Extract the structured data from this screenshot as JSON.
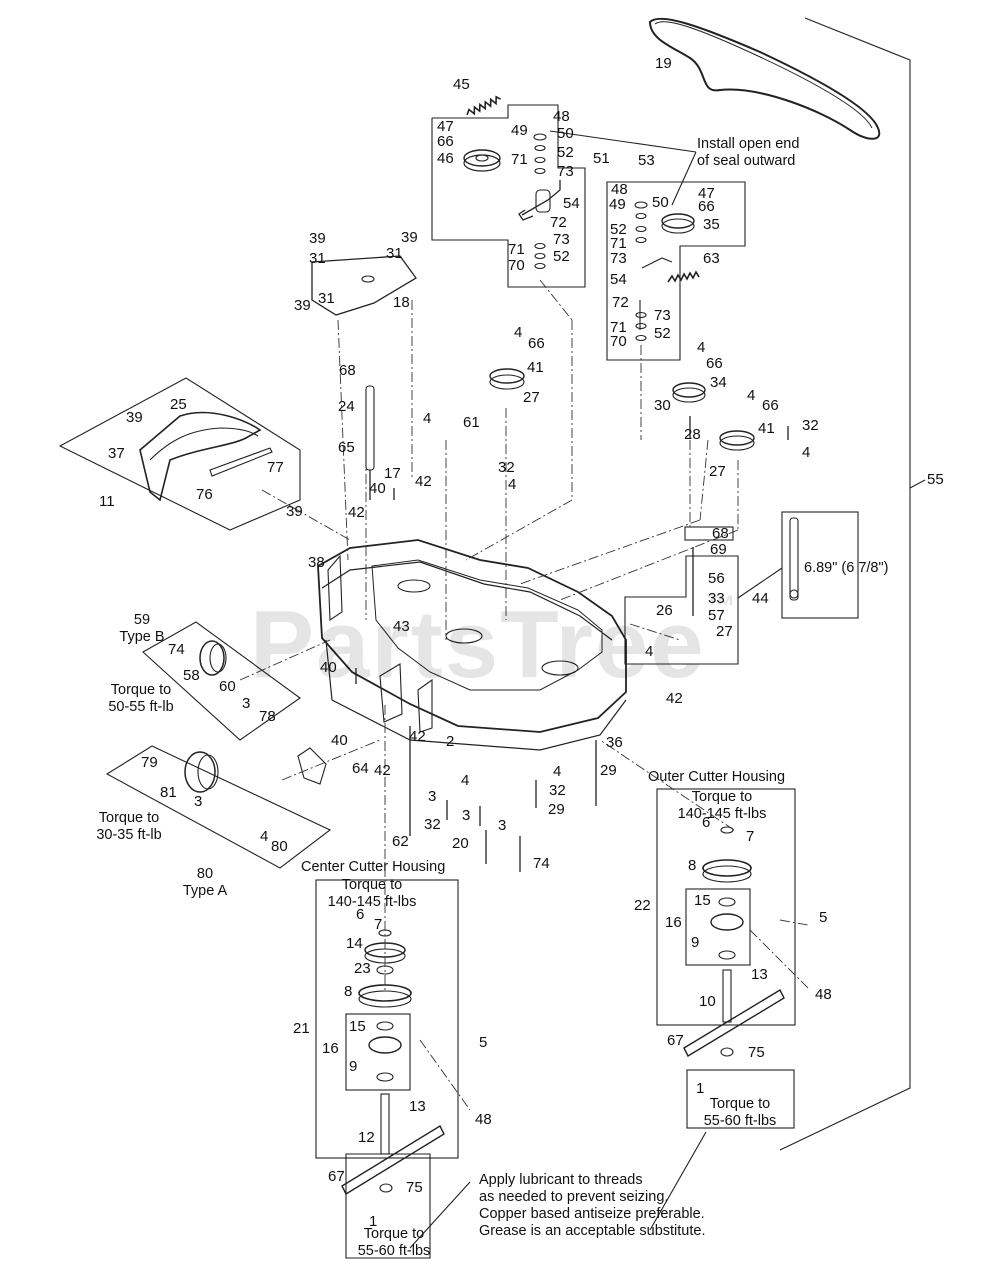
{
  "watermark": {
    "text": "PartsTree",
    "mark": "™"
  },
  "callouts": [
    {
      "id": "c19",
      "text": "19"
    },
    {
      "id": "c45",
      "text": "45"
    },
    {
      "id": "c48a",
      "text": "48"
    },
    {
      "id": "c47a",
      "text": "47"
    },
    {
      "id": "c49a",
      "text": "49"
    },
    {
      "id": "c50a",
      "text": "50"
    },
    {
      "id": "c66a",
      "text": "66"
    },
    {
      "id": "c52a",
      "text": "52"
    },
    {
      "id": "c46",
      "text": "46"
    },
    {
      "id": "c71a",
      "text": "71"
    },
    {
      "id": "c73a",
      "text": "73"
    },
    {
      "id": "c51",
      "text": "51"
    },
    {
      "id": "c53",
      "text": "53"
    },
    {
      "id": "c54a",
      "text": "54"
    },
    {
      "id": "c72a",
      "text": "72"
    },
    {
      "id": "c73b",
      "text": "73"
    },
    {
      "id": "c71b",
      "text": "71"
    },
    {
      "id": "c52b",
      "text": "52"
    },
    {
      "id": "c70a",
      "text": "70"
    },
    {
      "id": "c48b",
      "text": "48"
    },
    {
      "id": "c49b",
      "text": "49"
    },
    {
      "id": "c50b",
      "text": "50"
    },
    {
      "id": "c47b",
      "text": "47"
    },
    {
      "id": "c66b",
      "text": "66"
    },
    {
      "id": "c35",
      "text": "35"
    },
    {
      "id": "c52c",
      "text": "52"
    },
    {
      "id": "c71c",
      "text": "71"
    },
    {
      "id": "c73c",
      "text": "73"
    },
    {
      "id": "c63",
      "text": "63"
    },
    {
      "id": "c54b",
      "text": "54"
    },
    {
      "id": "c72b",
      "text": "72"
    },
    {
      "id": "c73d",
      "text": "73"
    },
    {
      "id": "c71d",
      "text": "71"
    },
    {
      "id": "c52d",
      "text": "52"
    },
    {
      "id": "c70b",
      "text": "70"
    },
    {
      "id": "c39a",
      "text": "39"
    },
    {
      "id": "c39b",
      "text": "39"
    },
    {
      "id": "c31a",
      "text": "31"
    },
    {
      "id": "c31b",
      "text": "31"
    },
    {
      "id": "c39c",
      "text": "39"
    },
    {
      "id": "c31c",
      "text": "31"
    },
    {
      "id": "c18",
      "text": "18"
    },
    {
      "id": "c4a",
      "text": "4"
    },
    {
      "id": "c66c",
      "text": "66"
    },
    {
      "id": "c41a",
      "text": "41"
    },
    {
      "id": "c27a",
      "text": "27"
    },
    {
      "id": "c4b",
      "text": "4"
    },
    {
      "id": "c66d",
      "text": "66"
    },
    {
      "id": "c34",
      "text": "34"
    },
    {
      "id": "c30",
      "text": "30"
    },
    {
      "id": "c4c",
      "text": "4"
    },
    {
      "id": "c66e",
      "text": "66"
    },
    {
      "id": "c28",
      "text": "28"
    },
    {
      "id": "c32a",
      "text": "32"
    },
    {
      "id": "c41b",
      "text": "41"
    },
    {
      "id": "c4d",
      "text": "4"
    },
    {
      "id": "c27b",
      "text": "27"
    },
    {
      "id": "c68a",
      "text": "68"
    },
    {
      "id": "c24",
      "text": "24"
    },
    {
      "id": "c65",
      "text": "65"
    },
    {
      "id": "c4e",
      "text": "4"
    },
    {
      "id": "c61",
      "text": "61"
    },
    {
      "id": "c32b",
      "text": "32"
    },
    {
      "id": "c4f",
      "text": "4"
    },
    {
      "id": "c39d",
      "text": "39"
    },
    {
      "id": "c25",
      "text": "25"
    },
    {
      "id": "c37",
      "text": "37"
    },
    {
      "id": "c77",
      "text": "77"
    },
    {
      "id": "c76",
      "text": "76"
    },
    {
      "id": "c11",
      "text": "11"
    },
    {
      "id": "c39e",
      "text": "39"
    },
    {
      "id": "c17",
      "text": "17"
    },
    {
      "id": "c42a",
      "text": "42"
    },
    {
      "id": "c40a",
      "text": "40"
    },
    {
      "id": "c42b",
      "text": "42"
    },
    {
      "id": "c55",
      "text": "55"
    },
    {
      "id": "c38",
      "text": "38"
    },
    {
      "id": "c68b",
      "text": "68"
    },
    {
      "id": "c69",
      "text": "69"
    },
    {
      "id": "c56",
      "text": "56"
    },
    {
      "id": "c33",
      "text": "33"
    },
    {
      "id": "c26",
      "text": "26"
    },
    {
      "id": "c57",
      "text": "57"
    },
    {
      "id": "c44",
      "text": "44"
    },
    {
      "id": "c27c",
      "text": "27"
    },
    {
      "id": "c4g",
      "text": "4"
    },
    {
      "id": "c43",
      "text": "43"
    },
    {
      "id": "c74a",
      "text": "74"
    },
    {
      "id": "c58",
      "text": "58"
    },
    {
      "id": "c60",
      "text": "60"
    },
    {
      "id": "c40b",
      "text": "40"
    },
    {
      "id": "c3a",
      "text": "3"
    },
    {
      "id": "c78",
      "text": "78"
    },
    {
      "id": "c42c",
      "text": "42"
    },
    {
      "id": "c40c",
      "text": "40"
    },
    {
      "id": "c42d",
      "text": "42"
    },
    {
      "id": "c2",
      "text": "2"
    },
    {
      "id": "c36",
      "text": "36"
    },
    {
      "id": "c64",
      "text": "64"
    },
    {
      "id": "c42e",
      "text": "42"
    },
    {
      "id": "c4h",
      "text": "4"
    },
    {
      "id": "c4i",
      "text": "4"
    },
    {
      "id": "c29a",
      "text": "29"
    },
    {
      "id": "c3b",
      "text": "3"
    },
    {
      "id": "c3c",
      "text": "3"
    },
    {
      "id": "c32c",
      "text": "32"
    },
    {
      "id": "c3d",
      "text": "3"
    },
    {
      "id": "c32d",
      "text": "32"
    },
    {
      "id": "c29b",
      "text": "29"
    },
    {
      "id": "c62",
      "text": "62"
    },
    {
      "id": "c20",
      "text": "20"
    },
    {
      "id": "c74b",
      "text": "74"
    },
    {
      "id": "c79",
      "text": "79"
    },
    {
      "id": "c81",
      "text": "81"
    },
    {
      "id": "c3e",
      "text": "3"
    },
    {
      "id": "c4j",
      "text": "4"
    },
    {
      "id": "c80",
      "text": "80"
    },
    {
      "id": "c6a",
      "text": "6"
    },
    {
      "id": "c7a",
      "text": "7"
    },
    {
      "id": "c14",
      "text": "14"
    },
    {
      "id": "c23",
      "text": "23"
    },
    {
      "id": "c8a",
      "text": "8"
    },
    {
      "id": "c15a",
      "text": "15"
    },
    {
      "id": "c21",
      "text": "21"
    },
    {
      "id": "c16a",
      "text": "16"
    },
    {
      "id": "c5a",
      "text": "5"
    },
    {
      "id": "c9a",
      "text": "9"
    },
    {
      "id": "c13a",
      "text": "13"
    },
    {
      "id": "c48c",
      "text": "48"
    },
    {
      "id": "c12",
      "text": "12"
    },
    {
      "id": "c67a",
      "text": "67"
    },
    {
      "id": "c75a",
      "text": "75"
    },
    {
      "id": "c1a",
      "text": "1"
    },
    {
      "id": "c6b",
      "text": "6"
    },
    {
      "id": "c7b",
      "text": "7"
    },
    {
      "id": "c8b",
      "text": "8"
    },
    {
      "id": "c22",
      "text": "22"
    },
    {
      "id": "c15b",
      "text": "15"
    },
    {
      "id": "c16b",
      "text": "16"
    },
    {
      "id": "c9b",
      "text": "9"
    },
    {
      "id": "c5b",
      "text": "5"
    },
    {
      "id": "c13b",
      "text": "13"
    },
    {
      "id": "c48d",
      "text": "48"
    },
    {
      "id": "c10",
      "text": "10"
    },
    {
      "id": "c67b",
      "text": "67"
    },
    {
      "id": "c75b",
      "text": "75"
    },
    {
      "id": "c1b",
      "text": "1"
    }
  ],
  "notes": {
    "seal": "Install open end\nof seal outward",
    "type_b": "59\nType B",
    "torque_b": "Torque to\n50-55 ft-lb",
    "torque_a": "Torque to\n30-35 ft-lb",
    "type_a": "80\nType A",
    "center_title": "Center Cutter Housing",
    "center_torque": "Torque to\n140-145 ft-lbs",
    "center_blade_torque": "Torque to\n55-60 ft-lbs",
    "outer_title": "Outer Cutter Housing",
    "outer_torque": "Torque to\n140-145 ft-lbs",
    "outer_blade_torque": "Torque to\n55-60 ft-lbs",
    "lubricant": "Apply lubricant to threads\nas needed to prevent seizing.\nCopper based antiseize preferable.\nGrease is an acceptable substitute.",
    "spring_length": "6.89\" (6 7/8\")"
  }
}
